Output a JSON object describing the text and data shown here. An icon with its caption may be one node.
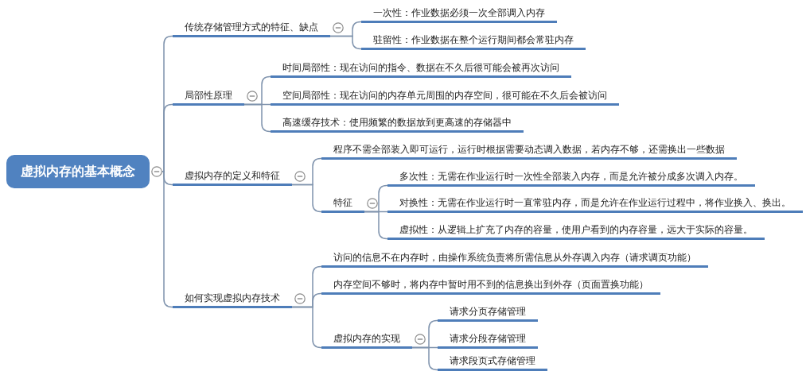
{
  "diagram": {
    "nodes": [
      {
        "text": [
          "虚拟内存的基本概念"
        ]
      },
      {
        "text": [
          "传统存储管理方式的特征、缺点"
        ]
      },
      {
        "text": [
          "一次性：作业数据必须一次全部调入内存"
        ]
      },
      {
        "text": [
          "驻留性：作业数据在整个运行期间都会常驻内存"
        ]
      },
      {
        "text": [
          "局部性原理"
        ]
      },
      {
        "text": [
          "时间局部性：现在访问的指令、数据在不久后很可能会被再次访问"
        ]
      },
      {
        "text": [
          "空间局部性：现在访问的内存单元周围的内存空间，很可能在不久后会被访问"
        ]
      },
      {
        "text": [
          "高速缓存技术：使用频繁的数据放到更高速的存储器中"
        ]
      },
      {
        "text": [
          "虚拟内存的定义和特征"
        ]
      },
      {
        "text": [
          "程序不需全部装入即可运行，运行时根据需要动态调入数据，若内存不够，还需换出一些数据"
        ]
      },
      {
        "text": [
          "特征"
        ]
      },
      {
        "text": [
          "多次性：无需在作业运行时一次性全部装入内存，而是允许被分成多次调入内存。"
        ]
      },
      {
        "text": [
          "对换性：无需在作业运行时一直常驻内存，而是允许在作业运行过程中，将作业换入、换出。"
        ]
      },
      {
        "text": [
          "虚拟性：从逻辑上扩充了内存的容量，使用户看到的内存容量，远大于实际的容量。"
        ]
      },
      {
        "text": [
          "如何实现虚拟内存技术"
        ]
      },
      {
        "text": [
          "访问的信息不在内存时，由操作系统负责将所需信息从外存调入内存（请求调页功能）"
        ]
      },
      {
        "text": [
          "内存空间不够时，将内存中暂时用不到的信息换出到外存（页面置换功能）"
        ]
      },
      {
        "text": [
          "虚拟内存的实现"
        ]
      },
      {
        "text": [
          "请求分页存储管理"
        ]
      },
      {
        "text": [
          "请求分段存储管理"
        ]
      },
      {
        "text": [
          "请求段页式存储管理"
        ]
      }
    ],
    "edges": [
      {
        "from": 0,
        "to": 1,
        "arrow": "none"
      },
      {
        "from": 0,
        "to": 4,
        "arrow": "none"
      },
      {
        "from": 0,
        "to": 8,
        "arrow": "none"
      },
      {
        "from": 0,
        "to": 14,
        "arrow": "none"
      },
      {
        "from": 1,
        "to": 2,
        "arrow": "none"
      },
      {
        "from": 1,
        "to": 3,
        "arrow": "none"
      },
      {
        "from": 4,
        "to": 5,
        "arrow": "none"
      },
      {
        "from": 4,
        "to": 6,
        "arrow": "none"
      },
      {
        "from": 4,
        "to": 7,
        "arrow": "none"
      },
      {
        "from": 8,
        "to": 9,
        "arrow": "none"
      },
      {
        "from": 8,
        "to": 10,
        "arrow": "none"
      },
      {
        "from": 10,
        "to": 11,
        "arrow": "none"
      },
      {
        "from": 10,
        "to": 12,
        "arrow": "none"
      },
      {
        "from": 10,
        "to": 13,
        "arrow": "none"
      },
      {
        "from": 14,
        "to": 15,
        "arrow": "none"
      },
      {
        "from": 14,
        "to": 16,
        "arrow": "none"
      },
      {
        "from": 14,
        "to": 17,
        "arrow": "none"
      },
      {
        "from": 17,
        "to": 18,
        "arrow": "none"
      },
      {
        "from": 17,
        "to": 19,
        "arrow": "none"
      },
      {
        "from": 17,
        "to": 20,
        "arrow": "none"
      }
    ]
  }
}
